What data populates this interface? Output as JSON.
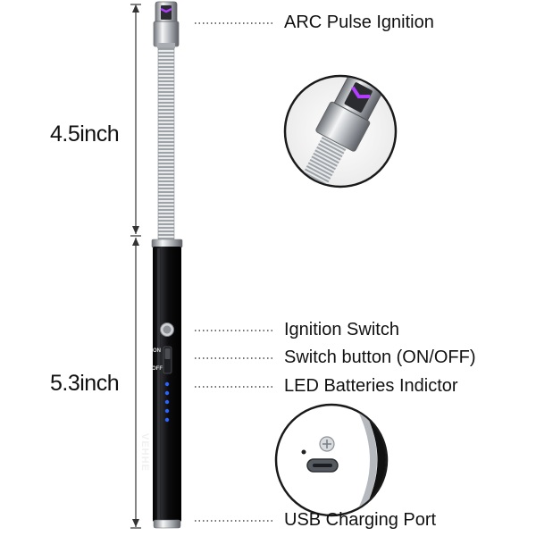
{
  "dimensions": {
    "top_length": "4.5inch",
    "bottom_length": "5.3inch"
  },
  "callouts": {
    "arc_pulse": "ARC Pulse Ignition",
    "ignition_switch": "Ignition Switch",
    "switch_button": "Switch button (ON/OFF)",
    "led_indicator": "LED Batteries Indictor",
    "usb_port": "USB Charging Port"
  },
  "product": {
    "brand": "VEHHE",
    "switch_on": "ON",
    "switch_off": "OFF",
    "led_count": 5
  },
  "colors": {
    "arc": "#b23cff",
    "led": "#2a63ff",
    "body": "#0b0b0d",
    "metal": "#c9ccd0"
  }
}
